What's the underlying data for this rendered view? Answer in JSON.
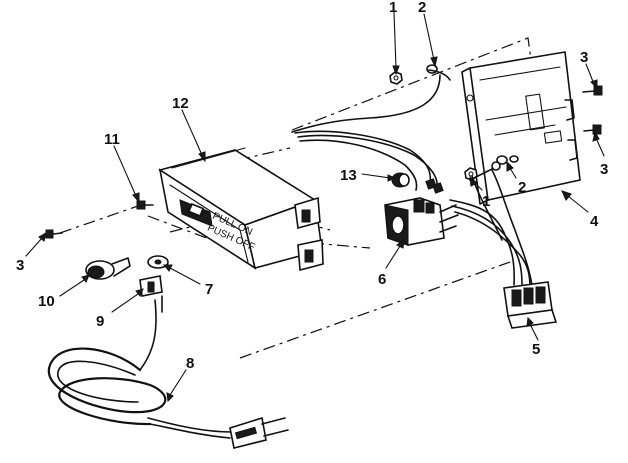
{
  "diagram": {
    "panel_label_line1": "PULL ON",
    "panel_label_line2": "PUSH OFF",
    "callouts": [
      {
        "id": "c1a",
        "text": "1"
      },
      {
        "id": "c2a",
        "text": "2"
      },
      {
        "id": "c3a",
        "text": "3"
      },
      {
        "id": "c3b",
        "text": "3"
      },
      {
        "id": "c2b",
        "text": "2"
      },
      {
        "id": "c1b",
        "text": "1"
      },
      {
        "id": "c4",
        "text": "4"
      },
      {
        "id": "c12",
        "text": "12"
      },
      {
        "id": "c11",
        "text": "11"
      },
      {
        "id": "c13",
        "text": "13"
      },
      {
        "id": "c6",
        "text": "6"
      },
      {
        "id": "c3c",
        "text": "3"
      },
      {
        "id": "c10",
        "text": "10"
      },
      {
        "id": "c7",
        "text": "7"
      },
      {
        "id": "c9",
        "text": "9"
      },
      {
        "id": "c5",
        "text": "5"
      },
      {
        "id": "c8",
        "text": "8"
      }
    ]
  },
  "colors": {
    "ink": "#111111",
    "background": "#ffffff"
  }
}
